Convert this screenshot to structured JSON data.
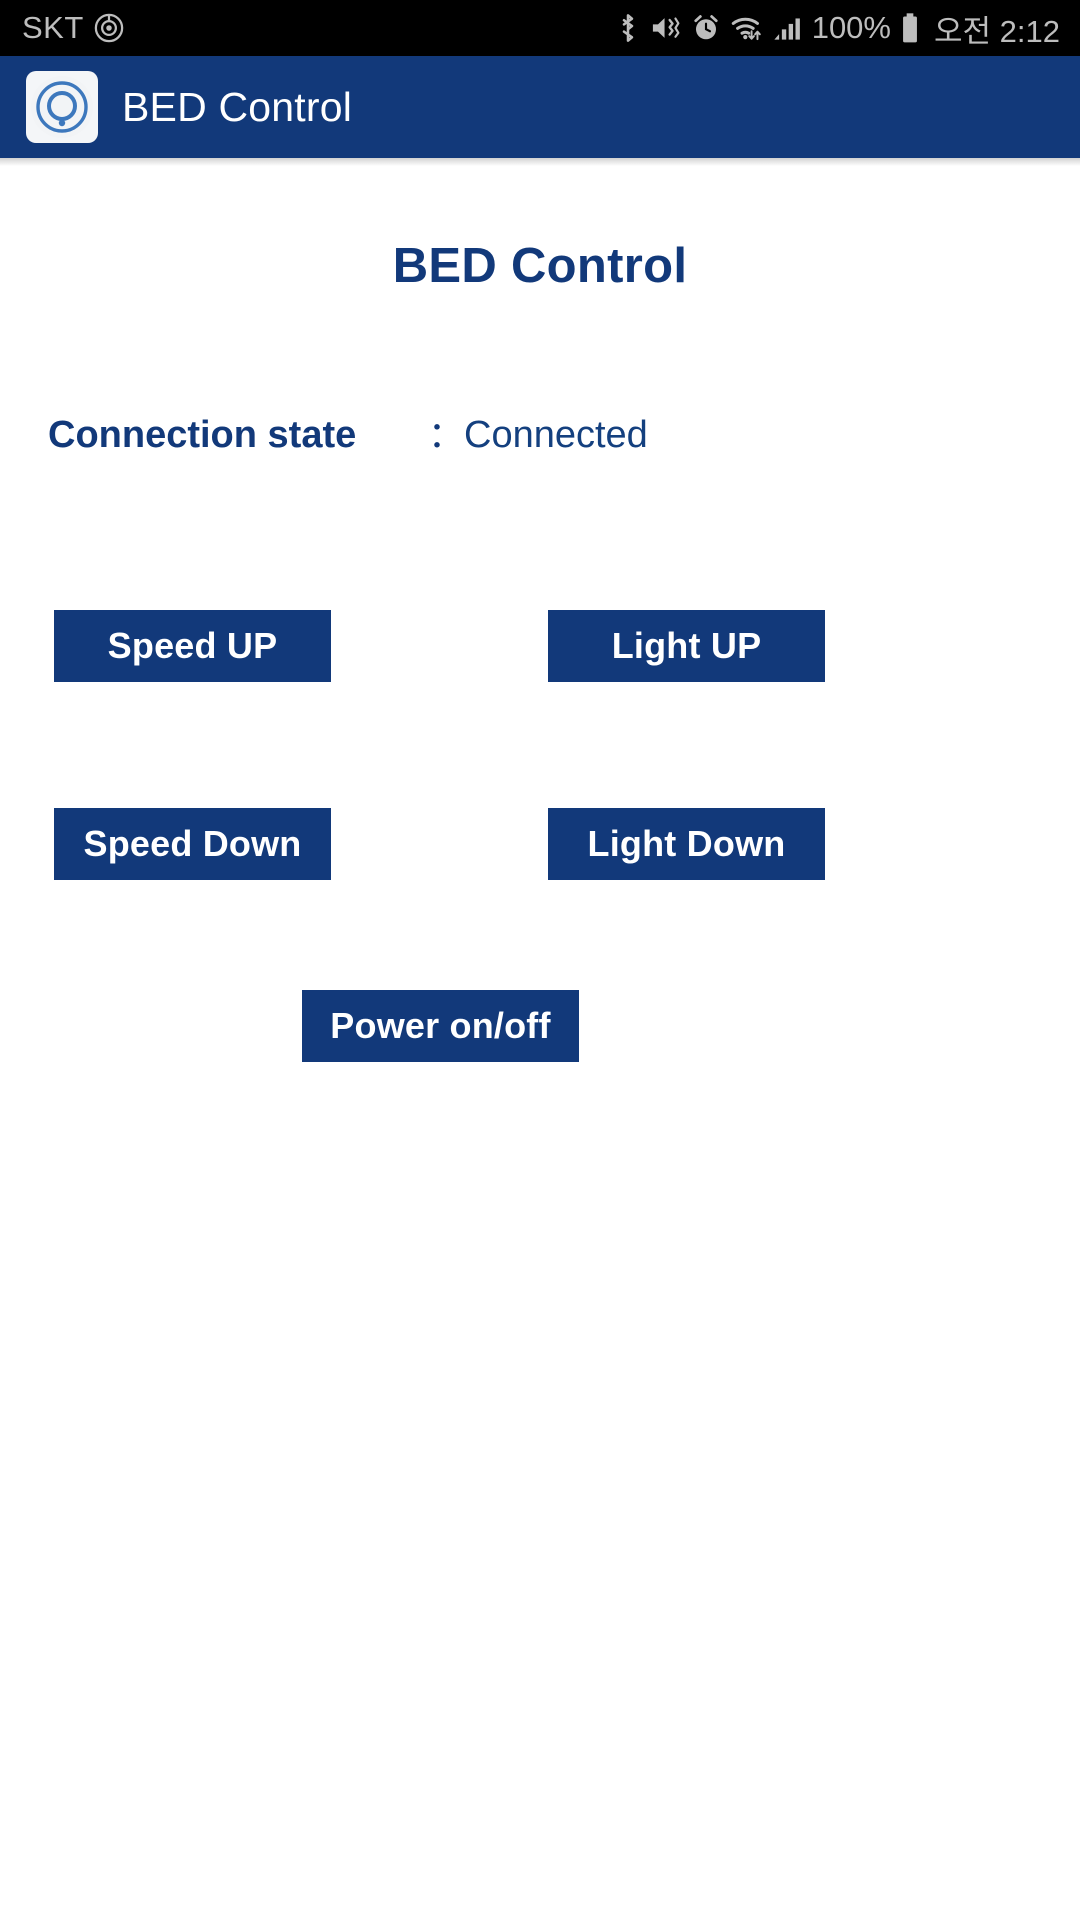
{
  "statusbar": {
    "carrier": "SKT",
    "carrier_icon": "carrier-target-icon",
    "icons": [
      "bluetooth-icon",
      "vibrate-mute-icon",
      "alarm-clock-icon",
      "wifi-icon",
      "signal-bars-icon"
    ],
    "battery_percent": "100%",
    "battery_icon": "battery-full-icon",
    "time": "오전 2:12"
  },
  "appbar": {
    "icon": "app-logo-concentric-circles-icon",
    "title": "BED Control",
    "background_color": "#12397a",
    "text_color": "#ffffff"
  },
  "main": {
    "page_title": "BED Control",
    "title_color": "#12397a",
    "connection": {
      "label": "Connection state",
      "separator": "：",
      "value": "Connected"
    },
    "buttons": [
      {
        "id": "speed-up",
        "label": "Speed UP",
        "position": "left"
      },
      {
        "id": "light-up",
        "label": "Light UP",
        "position": "right"
      },
      {
        "id": "speed-down",
        "label": "Speed Down",
        "position": "left"
      },
      {
        "id": "light-down",
        "label": "Light Down",
        "position": "right"
      },
      {
        "id": "power-onoff",
        "label": "Power on/off",
        "position": "center"
      }
    ],
    "button_color": "#12397a",
    "button_text_color": "#ffffff"
  }
}
